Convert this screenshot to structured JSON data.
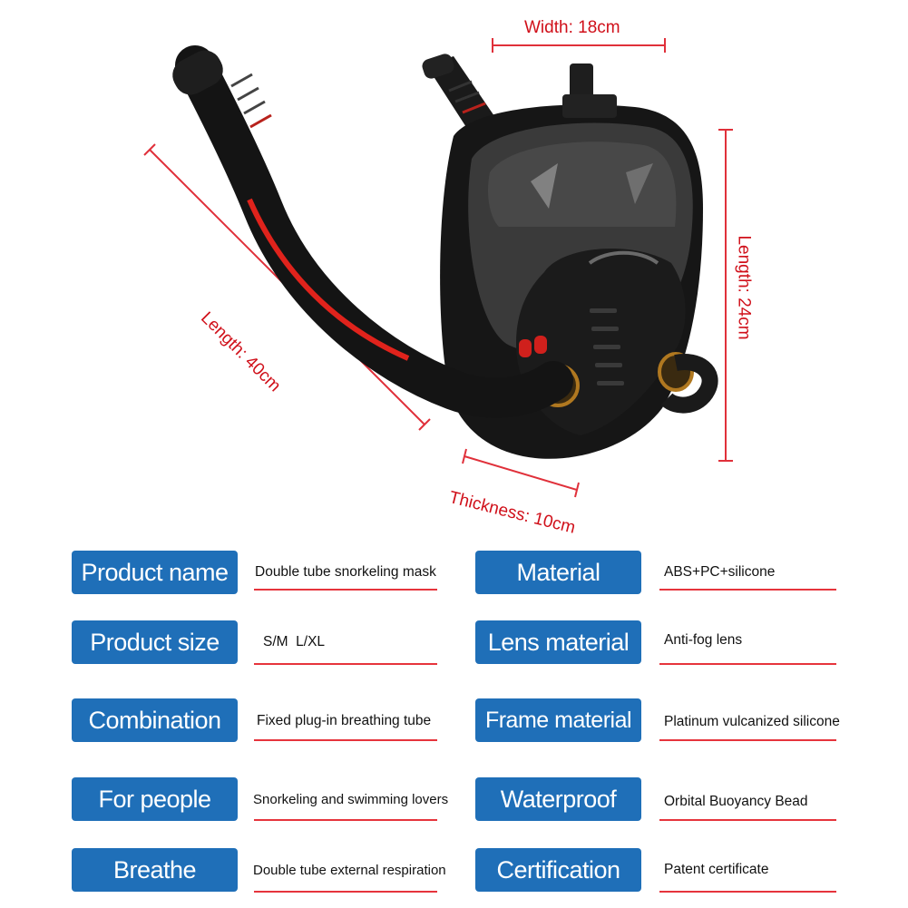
{
  "dimensions": {
    "width": "Width: 18cm",
    "length_tube": "Length: 40cm",
    "length_mask": "Length: 24cm",
    "thickness": "Thickness: 10cm"
  },
  "specs": [
    {
      "label": "Product name",
      "value": "Double tube snorkeling mask"
    },
    {
      "label": "Material",
      "value": "ABS+PC+silicone"
    },
    {
      "label": "Product size",
      "value": "S/M  L/XL"
    },
    {
      "label": "Lens material",
      "value": "Anti-fog lens"
    },
    {
      "label": "Combination",
      "value": "Fixed plug-in breathing tube"
    },
    {
      "label": "Frame material",
      "value": "Platinum vulcanized silicone"
    },
    {
      "label": "For people",
      "value": "Snorkeling and swimming lovers"
    },
    {
      "label": "Waterproof",
      "value": "Orbital Buoyancy Bead"
    },
    {
      "label": "Breathe",
      "value": "Double tube external respiration"
    },
    {
      "label": "Certification",
      "value": "Patent certificate"
    }
  ],
  "colors": {
    "badge": "#1f6fb8",
    "accent_red": "#d0101a",
    "mask_black": "#141414"
  }
}
